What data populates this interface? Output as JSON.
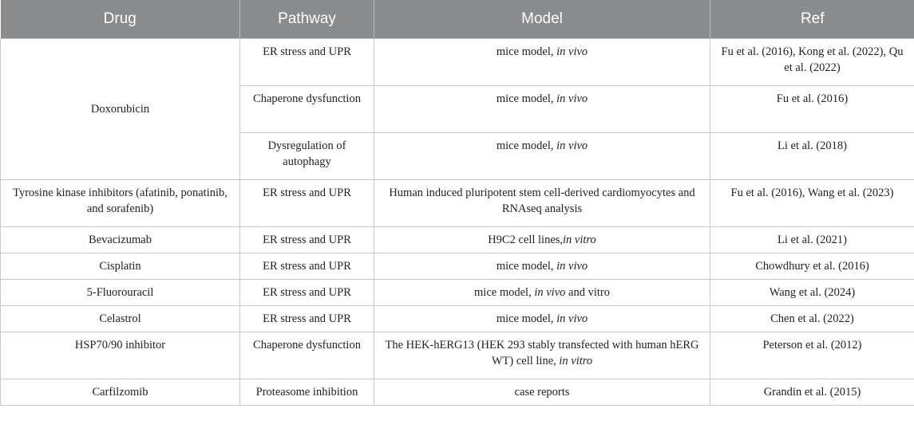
{
  "headers": [
    "Drug",
    "Pathway",
    "Model",
    "Ref"
  ],
  "rows": [
    {
      "drug": "Doxorubicin",
      "entries": [
        {
          "pathway": "ER stress and UPR",
          "model": "mice model, ",
          "model_italic": "in vivo",
          "model_tail": "",
          "ref": "Fu et al. (2016), Kong et al. (2022), Qu et al. (2022)"
        },
        {
          "pathway": "Chaperone dysfunction",
          "model": "mice model, ",
          "model_italic": "in vivo",
          "model_tail": "",
          "ref": "Fu et al. (2016)"
        },
        {
          "pathway": "Dysregulation of autophagy",
          "model": "mice model, ",
          "model_italic": "in vivo",
          "model_tail": "",
          "ref": "Li et al. (2018)"
        }
      ]
    },
    {
      "drug": "Tyrosine kinase inhibitors (afatinib, ponatinib, and sorafenib)",
      "pathway": "ER stress and UPR",
      "model": "Human induced pluripotent stem cell-derived cardiomyocytes and RNAseq analysis",
      "model_italic": "",
      "model_tail": "",
      "ref": "Fu et al. (2016), Wang et al. (2023)"
    },
    {
      "drug": "Bevacizumab",
      "pathway": "ER stress and UPR",
      "model": "H9C2 cell lines,",
      "model_italic": "in vitro",
      "model_tail": "",
      "ref": "Li et al. (2021)"
    },
    {
      "drug": "Cisplatin",
      "pathway": "ER stress and UPR",
      "model": "mice model, ",
      "model_italic": "in vivo",
      "model_tail": "",
      "ref": "Chowdhury et al. (2016)"
    },
    {
      "drug": "5-Fluorouracil",
      "pathway": "ER stress and UPR",
      "model": "mice model, ",
      "model_italic": "in vivo",
      "model_tail": " and vitro",
      "ref": "Wang et al. (2024)"
    },
    {
      "drug": "Celastrol",
      "pathway": "ER stress and UPR",
      "model": "mice model, ",
      "model_italic": "in vivo",
      "model_tail": "",
      "ref": "Chen et al. (2022)"
    },
    {
      "drug": "HSP70/90 inhibitor",
      "pathway": "Chaperone dysfunction",
      "model": "The HEK-hERG13 (HEK 293 stably transfected with human hERG WT) cell line, ",
      "model_italic": "in vitro",
      "model_tail": "",
      "ref": "Peterson et al. (2012)"
    },
    {
      "drug": "Carfilzomib",
      "pathway": "Proteasome inhibition",
      "model": "case reports",
      "model_italic": "",
      "model_tail": "",
      "ref": "Grandin et al. (2015)"
    }
  ]
}
